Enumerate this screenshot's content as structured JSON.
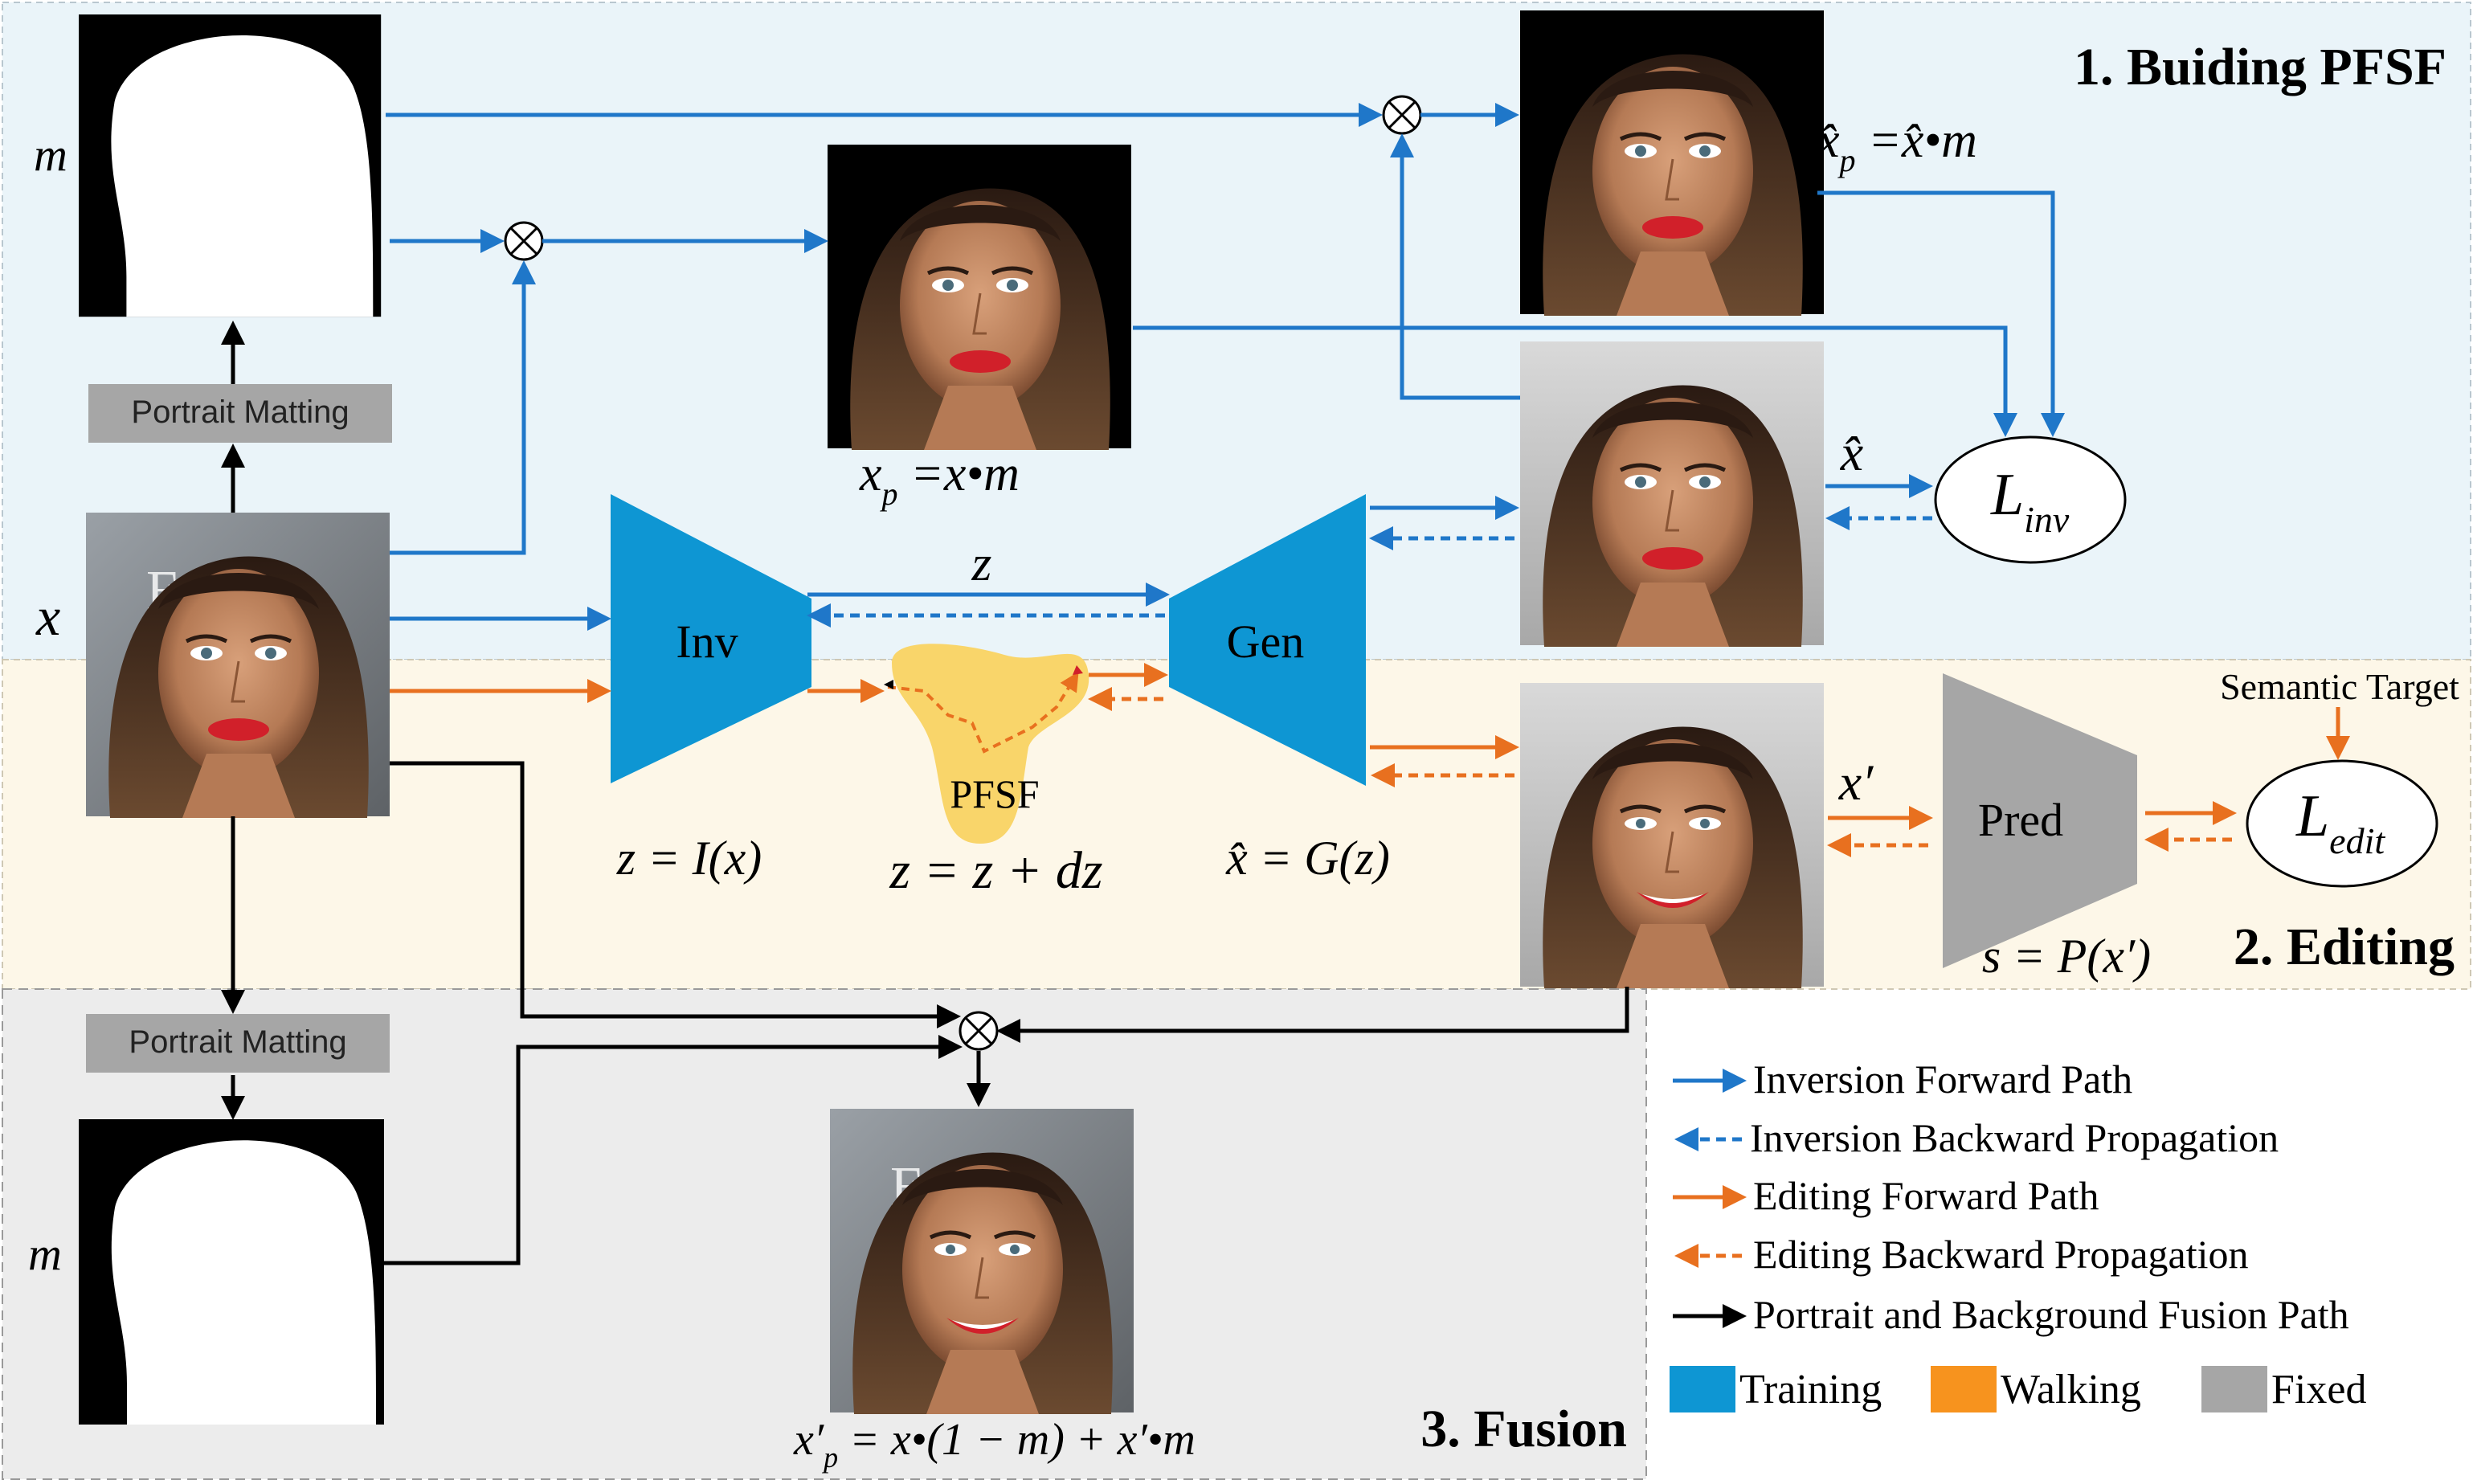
{
  "sections": {
    "s1_title": "1. Buiding PFSF",
    "s2_title": "2. Editing",
    "s3_title": "3. Fusion"
  },
  "boxes": {
    "pm_top": "Portrait Matting",
    "pm_bottom": "Portrait Matting"
  },
  "modules": {
    "inv": "Inv",
    "gen": "Gen",
    "pred": "Pred",
    "pfsf": "PFSF"
  },
  "labels": {
    "m_top": "m",
    "m_bottom": "m",
    "x": "x",
    "z": "z",
    "semantic_target": "Semantic Target"
  },
  "formulas": {
    "xp": {
      "lhs": "x",
      "sub": "p",
      "rhs": " =x•m"
    },
    "xhat_p": {
      "lhs": "x̂",
      "sub": "p",
      "rhs": " =x̂•m"
    },
    "xhat": "x̂",
    "linv": {
      "main": "L",
      "sub": "inv"
    },
    "ledit": {
      "main": "L",
      "sub": "edit"
    },
    "x_prime": "x′",
    "z_inv": "z = I(x)",
    "z_walk": "z = z + dz",
    "xhat_gen": "x̂ = G(z)",
    "s_pred": "s = P(x′)",
    "fusion": {
      "lhs": "x′",
      "sub": "p",
      "rhs": " = x•(1 − m) + x′•m"
    }
  },
  "legend": {
    "items": [
      {
        "label": "Inversion Forward Path",
        "color": "#1f77c9",
        "style": "solid"
      },
      {
        "label": "Inversion Backward Propagation",
        "color": "#1f77c9",
        "style": "dashed"
      },
      {
        "label": "Editing Forward Path",
        "color": "#e8701f",
        "style": "solid"
      },
      {
        "label": "Editing Backward Propagation",
        "color": "#e8701f",
        "style": "dashed"
      },
      {
        "label": "Portrait and Background Fusion Path",
        "color": "#000000",
        "style": "solid"
      }
    ],
    "swatches": [
      {
        "label": "Training",
        "color": "#0e96d3"
      },
      {
        "label": "Walking",
        "color": "#f7931e"
      },
      {
        "label": "Fixed",
        "color": "#a6a6a6"
      }
    ]
  },
  "colors": {
    "blue_arrow": "#1f77c9",
    "orange_arrow": "#e8701f",
    "training": "#0e96d3",
    "fixed": "#a6a6a6",
    "pfsf_blob": "#f9d56a",
    "section1_bg": "#eaf4f9",
    "section2_bg": "#fdf7e8",
    "section3_bg": "#ececec"
  }
}
